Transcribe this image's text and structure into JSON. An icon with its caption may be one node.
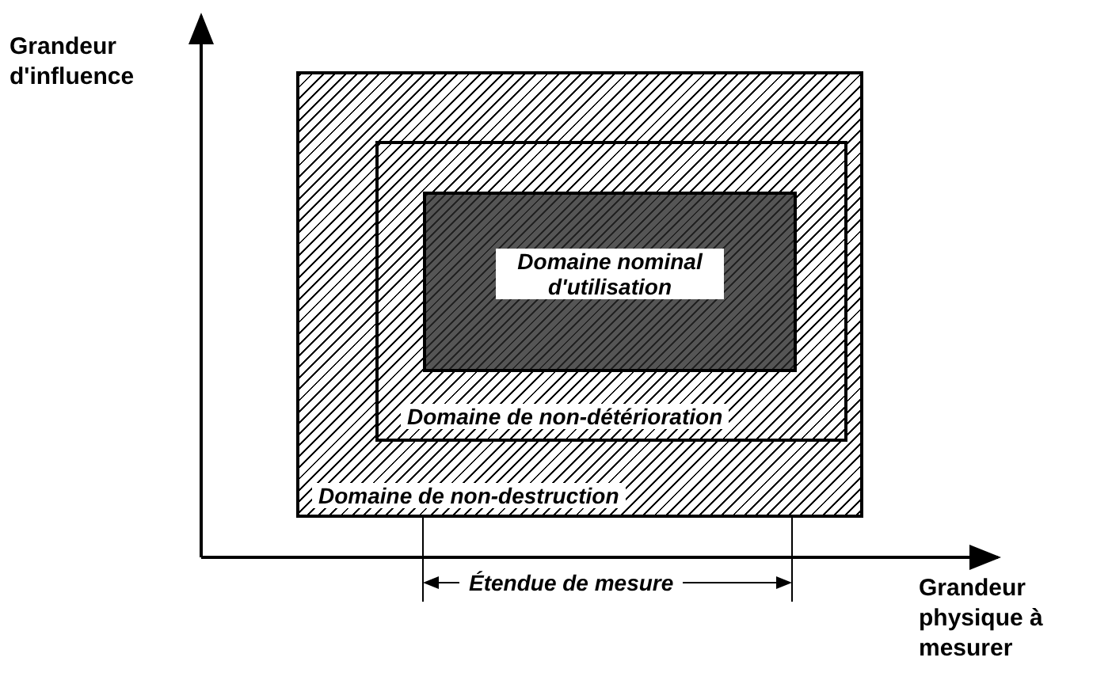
{
  "diagram": {
    "nodes": [
      {
        "text": [
          "Domaine de non-destruction"
        ]
      },
      {
        "text": [
          "Domaine de non-détérioration"
        ],
        "in": 0
      },
      {
        "text": [
          "Domaine nominal d'utilisation"
        ],
        "in": 1
      }
    ],
    "edges": [],
    "labels": [
      "Grandeur d'influence",
      "Grandeur physique à mesurer",
      "Étendue de mesure"
    ]
  }
}
